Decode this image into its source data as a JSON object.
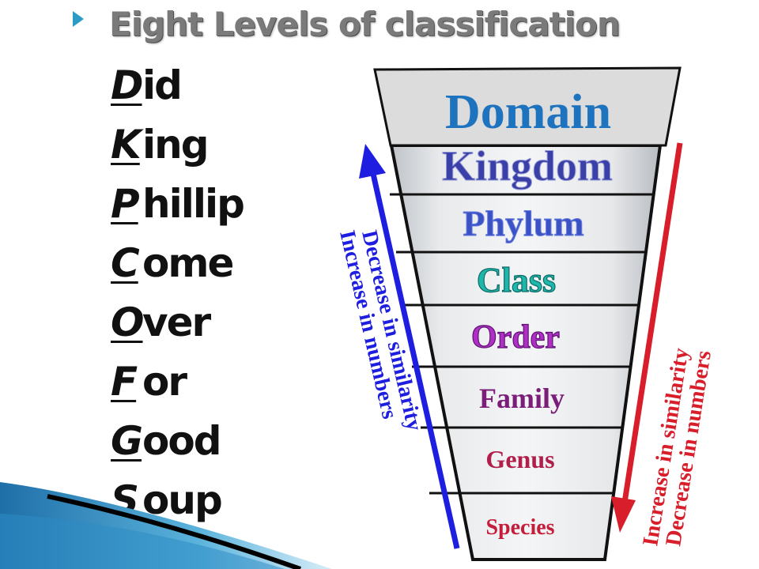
{
  "slide": {
    "title": "Eight Levels of classification"
  },
  "mnemonic": [
    {
      "initial": "D",
      "rest": "id"
    },
    {
      "initial": "K",
      "rest": "ing"
    },
    {
      "initial": "P",
      "rest": "hillip"
    },
    {
      "initial": "C",
      "rest": "ome"
    },
    {
      "initial": "O",
      "rest": "ver"
    },
    {
      "initial": "F",
      "rest": "or"
    },
    {
      "initial": "G",
      "rest": "ood"
    },
    {
      "initial": "S",
      "rest": "oup"
    }
  ],
  "funnel": {
    "levels": [
      {
        "label": "Domain",
        "color": "#1e73be"
      },
      {
        "label": "Kingdom",
        "color": "#3b3fa8"
      },
      {
        "label": "Phylum",
        "color": "#3a52c4"
      },
      {
        "label": "Class",
        "color": "#1fb7ac"
      },
      {
        "label": "Order",
        "color": "#b02fc7"
      },
      {
        "label": "Family",
        "color": "#7a1e7a"
      },
      {
        "label": "Genus",
        "color": "#b21e4a"
      },
      {
        "label": "Species",
        "color": "#c41e3a"
      }
    ],
    "left_arrow": {
      "line1": "Decrease in similarity",
      "line2": "Increase in numbers",
      "color": "#1e1ee0"
    },
    "right_arrow": {
      "line1": "Increase in similarity",
      "line2": "Decrease in numbers",
      "color": "#d81e2a"
    }
  }
}
